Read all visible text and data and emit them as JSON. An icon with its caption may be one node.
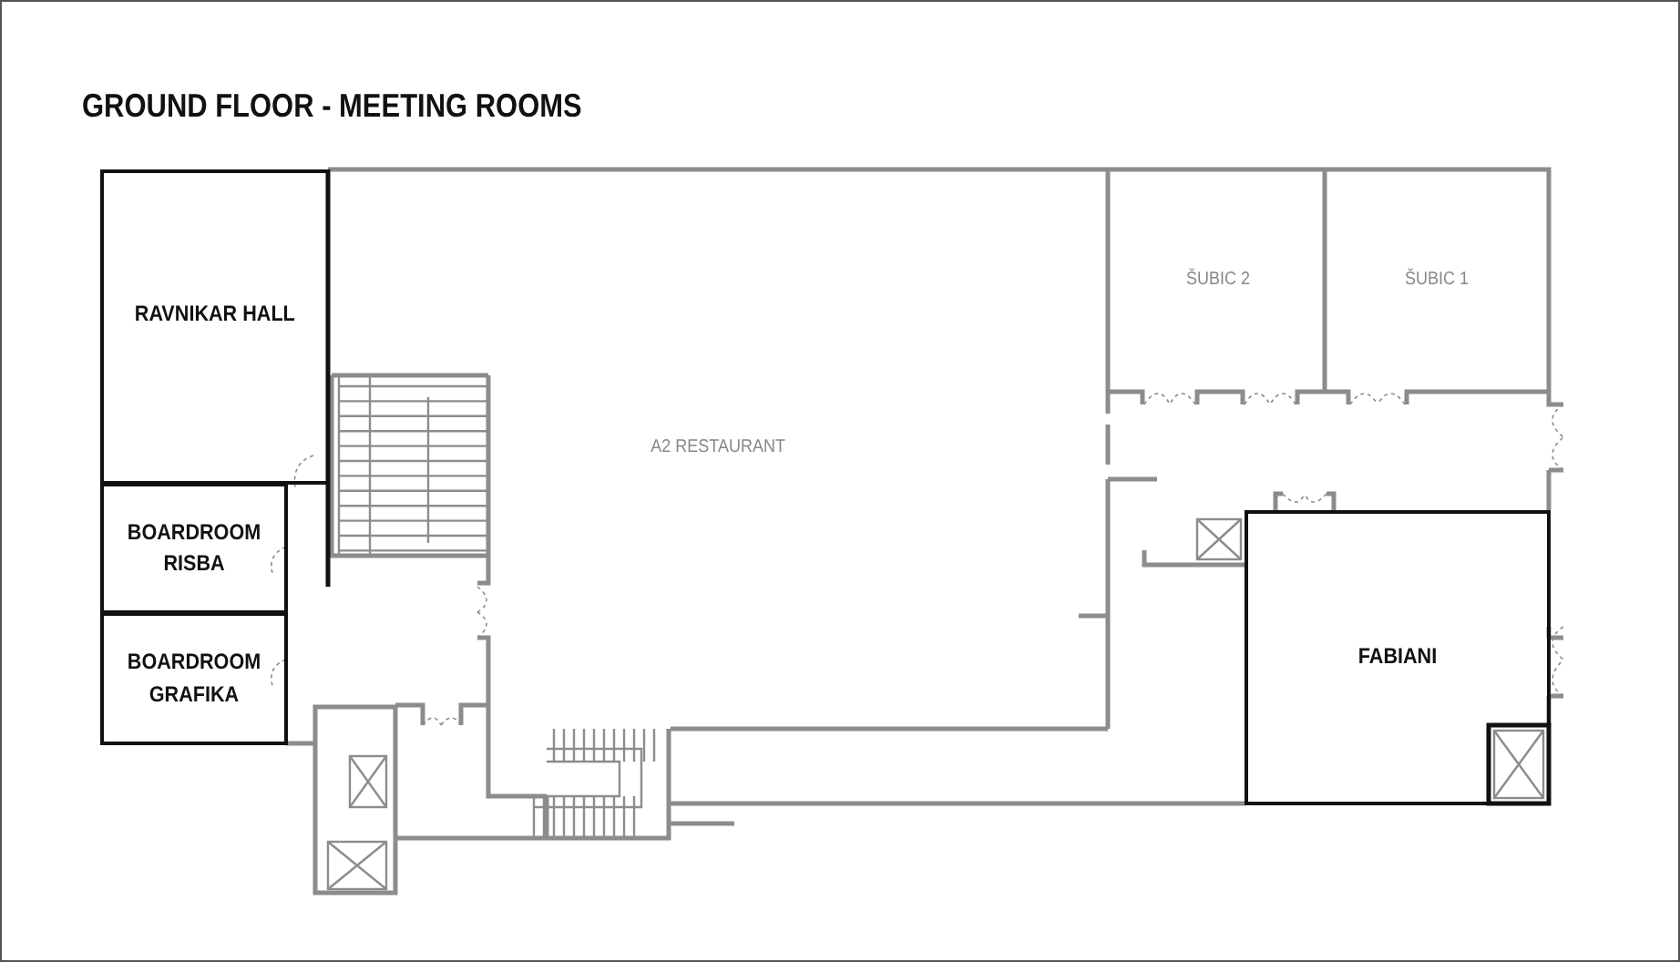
{
  "diagram": {
    "title": "GROUND FLOOR - MEETING ROOMS",
    "nodes": [
      {
        "text": [
          "RAVNIKAR HALL"
        ]
      },
      {
        "text": [
          "BOARDROOM RISBA"
        ]
      },
      {
        "text": [
          "BOARDROOM GRAFIKA"
        ]
      },
      {
        "text": [
          "A2 RESTAURANT"
        ]
      },
      {
        "text": [
          "ŠUBIC 2"
        ]
      },
      {
        "text": [
          "ŠUBIC 1"
        ]
      },
      {
        "text": [
          "FABIANI"
        ]
      }
    ]
  }
}
